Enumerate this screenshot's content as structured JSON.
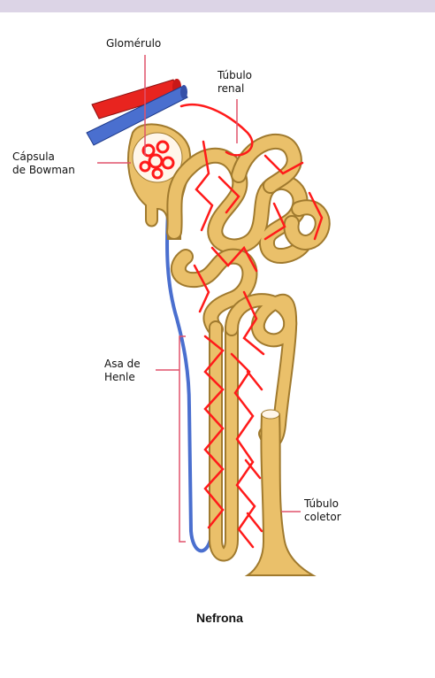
{
  "labels": {
    "glomerulo": "Glomérulo",
    "tubulo_renal_1": "Túbulo",
    "tubulo_renal_2": "renal",
    "capsula_1": "Cápsula",
    "capsula_2": "de Bowman",
    "asa_1": "Asa de",
    "asa_2": "Henle",
    "coletor_1": "Túbulo",
    "coletor_2": "coletor"
  },
  "caption": "Nefrona",
  "colors": {
    "background": "#ffffff",
    "top_band": "#dcd4e6",
    "artery": "#e8241f",
    "vein": "#4a6fcf",
    "tubule": "#eac06a",
    "tubule_outline": "#a07a2e",
    "capillary": "#ff1a1a",
    "bracket": "#e0526b"
  }
}
